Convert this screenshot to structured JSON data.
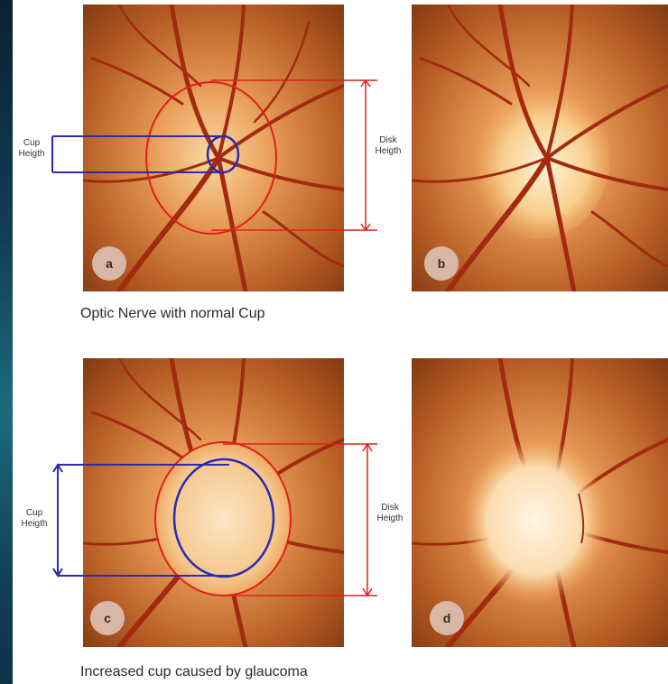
{
  "panels": [
    {
      "label": "a",
      "cup_label": "Cup\nHeigth",
      "disk_label": "Disk\nHeigth"
    },
    {
      "label": "b"
    },
    {
      "label": "c",
      "cup_label": "Cup\nHeigth",
      "disk_label": "Disk\nHeigth"
    },
    {
      "label": "d"
    }
  ],
  "captions": {
    "normal": "Optic Nerve with normal Cup",
    "glaucoma": "Increased cup caused by glaucoma"
  },
  "colors": {
    "fundus_center": "#f6c07e",
    "fundus_edge": "#8a3b12",
    "vessel": "#a22a0f",
    "disc_outline": "#e0201a",
    "cup_outline": "#2a2bb0",
    "badge": "#d8b7a6"
  }
}
